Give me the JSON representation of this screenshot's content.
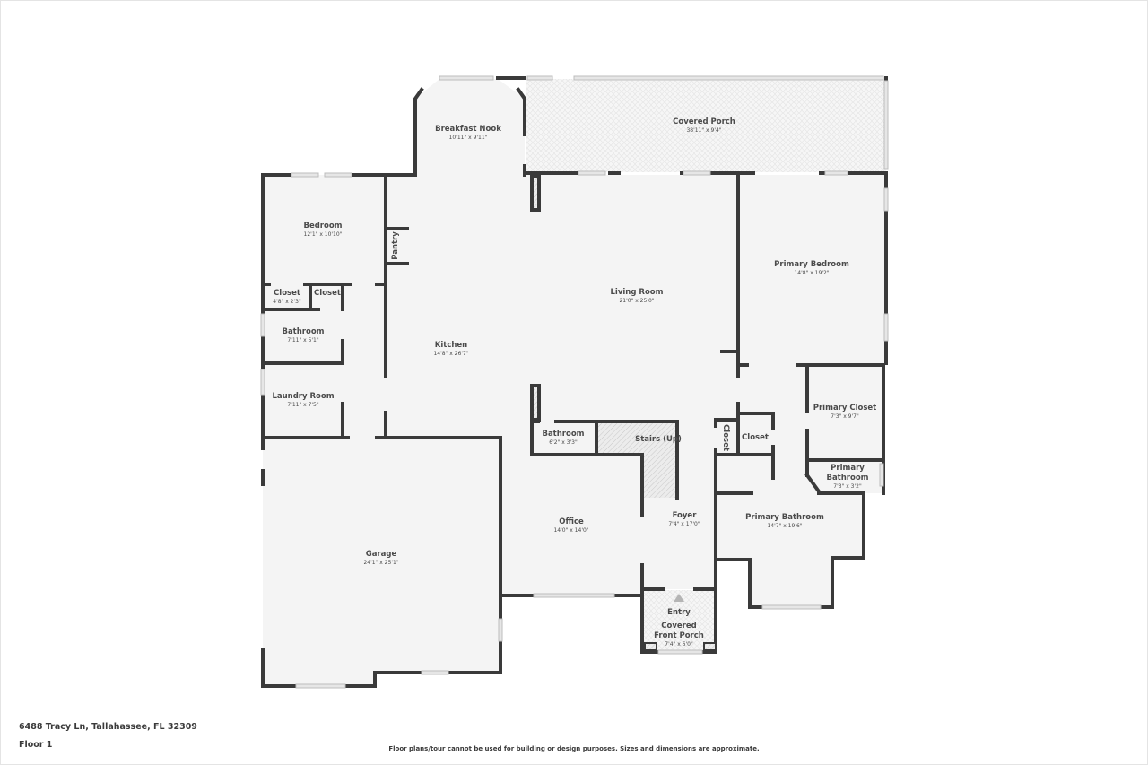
{
  "address": "6488 Tracy Ln, Tallahassee, FL 32309",
  "floor_label": "Floor 1",
  "disclaimer": "Floor plans/tour cannot be used for building or design purposes. Sizes and dimensions are approximate.",
  "colors": {
    "wall": "#3a3a3a",
    "floor": "#f4f4f4",
    "background": "#ffffff",
    "label": "#4a4a4a",
    "window": "#d9d9d9"
  },
  "rooms": {
    "breakfast_nook": {
      "name": "Breakfast Nook",
      "dims": "10'11\" x 9'11\""
    },
    "covered_porch": {
      "name": "Covered Porch",
      "dims": "38'11\" x 9'4\""
    },
    "bedroom": {
      "name": "Bedroom",
      "dims": "12'1\" x 10'10\""
    },
    "pantry": {
      "name": "Pantry"
    },
    "closet_1": {
      "name": "Closet",
      "dims": "4'8\" x 2'3\""
    },
    "closet_2": {
      "name": "Closet"
    },
    "bathroom_1": {
      "name": "Bathroom",
      "dims": "7'11\" x 5'1\""
    },
    "laundry_room": {
      "name": "Laundry Room",
      "dims": "7'11\" x 7'5\""
    },
    "kitchen": {
      "name": "Kitchen",
      "dims": "14'8\" x 26'7\""
    },
    "living_room": {
      "name": "Living Room",
      "dims": "21'0\" x 25'0\""
    },
    "primary_bedroom": {
      "name": "Primary Bedroom",
      "dims": "14'8\" x 19'2\""
    },
    "primary_closet": {
      "name": "Primary Closet",
      "dims": "7'3\" x 9'7\""
    },
    "primary_bathroom_small": {
      "name_line1": "Primary",
      "name_line2": "Bathroom",
      "dims": "7'3\" x 3'2\""
    },
    "closet_3": {
      "name": "Closet"
    },
    "closet_4": {
      "name": "Closet"
    },
    "bathroom_2": {
      "name": "Bathroom",
      "dims": "6'2\" x 3'3\""
    },
    "stairs": {
      "name": "Stairs (Up)"
    },
    "office": {
      "name": "Office",
      "dims": "14'0\" x 14'0\""
    },
    "foyer": {
      "name": "Foyer",
      "dims": "7'4\" x 17'0\""
    },
    "primary_bathroom": {
      "name": "Primary Bathroom",
      "dims": "14'7\" x 19'6\""
    },
    "garage": {
      "name": "Garage",
      "dims": "24'1\" x 25'1\""
    },
    "entry": {
      "name": "Entry"
    },
    "front_porch": {
      "name_line1": "Covered",
      "name_line2": "Front Porch",
      "dims": "7'4\" x 6'0\""
    }
  }
}
